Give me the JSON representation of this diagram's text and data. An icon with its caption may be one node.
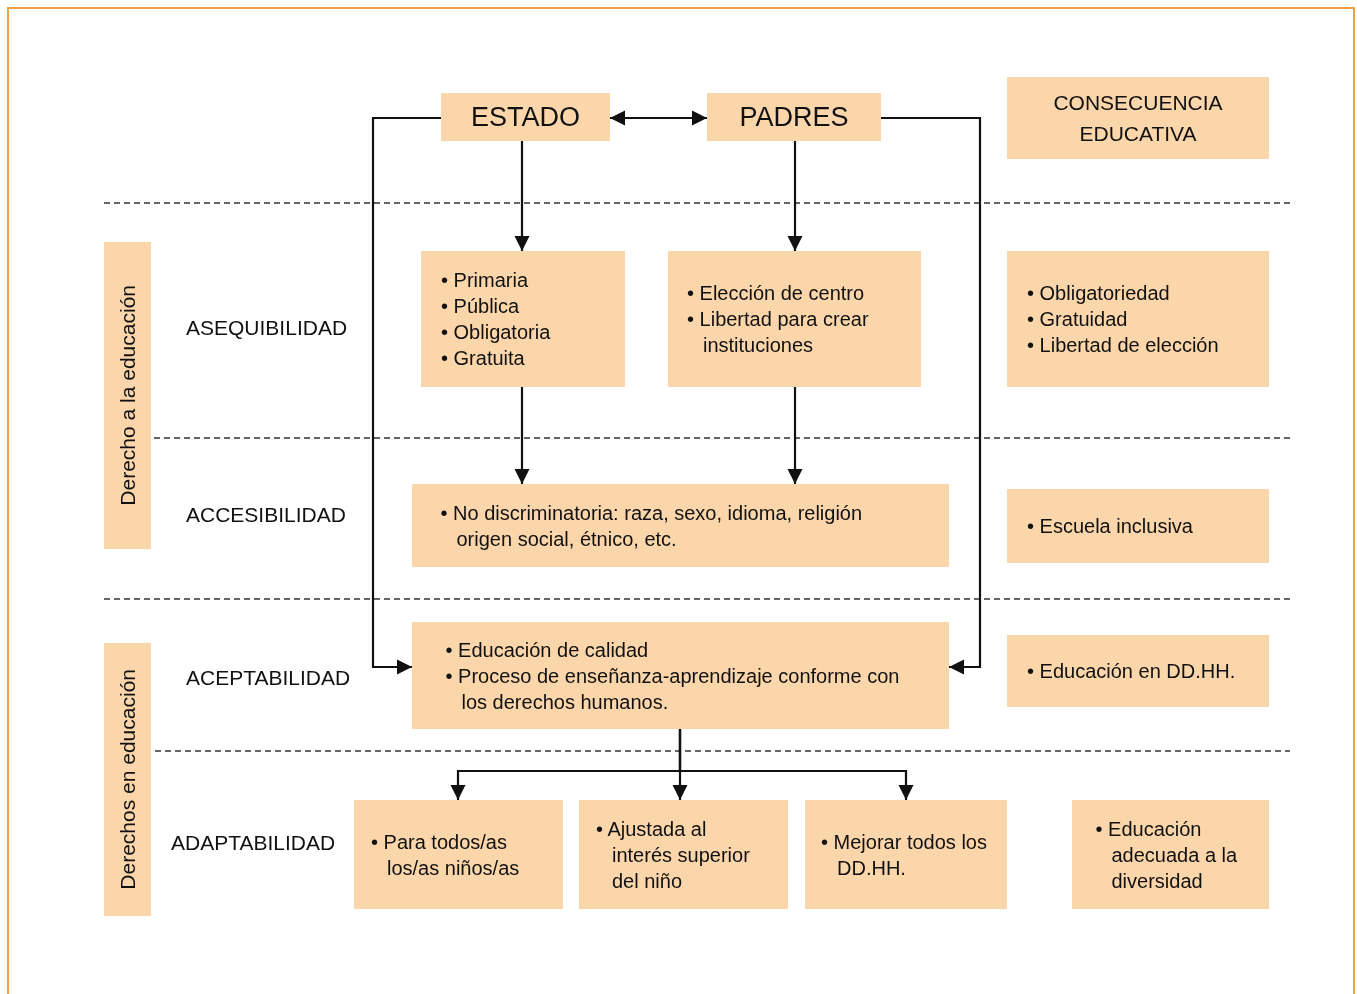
{
  "diagram": {
    "nodes": [
      {
        "text": [
          "ESTADO"
        ]
      },
      {
        "text": [
          "PADRES"
        ]
      },
      {
        "text": [
          "CONSECUENCIA EDUCATIVA"
        ]
      },
      {
        "text": [
          "Derecho a la educación"
        ]
      },
      {
        "text": [
          "Derechos en educación"
        ]
      },
      {
        "text": [
          "• Primaria",
          "• Pública",
          "• Obligatoria",
          "• Gratuita"
        ]
      },
      {
        "text": [
          "• Elección de centro",
          "• Libertad para crear instituciones"
        ]
      },
      {
        "text": [
          "• Obligatoriedad",
          "• Gratuidad",
          "• Libertad de elección"
        ]
      },
      {
        "text": [
          "• No discriminatoria: raza, sexo, idioma, religión origen social, étnico, etc."
        ]
      },
      {
        "text": [
          "• Escuela inclusiva"
        ]
      },
      {
        "text": [
          "• Educación de calidad",
          "• Proceso de enseñanza-aprendizaje conforme con los derechos humanos."
        ]
      },
      {
        "text": [
          "• Educación en DD.HH."
        ]
      },
      {
        "text": [
          "• Para todos/as los/as niños/as"
        ]
      },
      {
        "text": [
          "• Ajustada al interés superior del niño"
        ]
      },
      {
        "text": [
          "• Mejorar todos los DD.HH."
        ]
      },
      {
        "text": [
          "• Educación adecuada a la diversidad"
        ]
      }
    ],
    "edges": [
      {
        "from": 0,
        "to": 1,
        "arrow": "both"
      },
      {
        "from": 0,
        "to": 5,
        "arrow": "to"
      },
      {
        "from": 1,
        "to": 6,
        "arrow": "to"
      },
      {
        "from": 5,
        "to": 8,
        "arrow": "to"
      },
      {
        "from": 6,
        "to": 8,
        "arrow": "to"
      },
      {
        "from": 0,
        "to": 10,
        "arrow": "to"
      },
      {
        "from": 1,
        "to": 10,
        "arrow": "to"
      },
      {
        "from": 10,
        "to": 12,
        "arrow": "to"
      },
      {
        "from": 10,
        "to": 13,
        "arrow": "to"
      },
      {
        "from": 10,
        "to": 14,
        "arrow": "to"
      }
    ],
    "labels": [
      "ASEQUIBILIDAD",
      "ACCESIBILIDAD",
      "ACEPTABILIDAD",
      "ADAPTABILIDAD"
    ]
  }
}
